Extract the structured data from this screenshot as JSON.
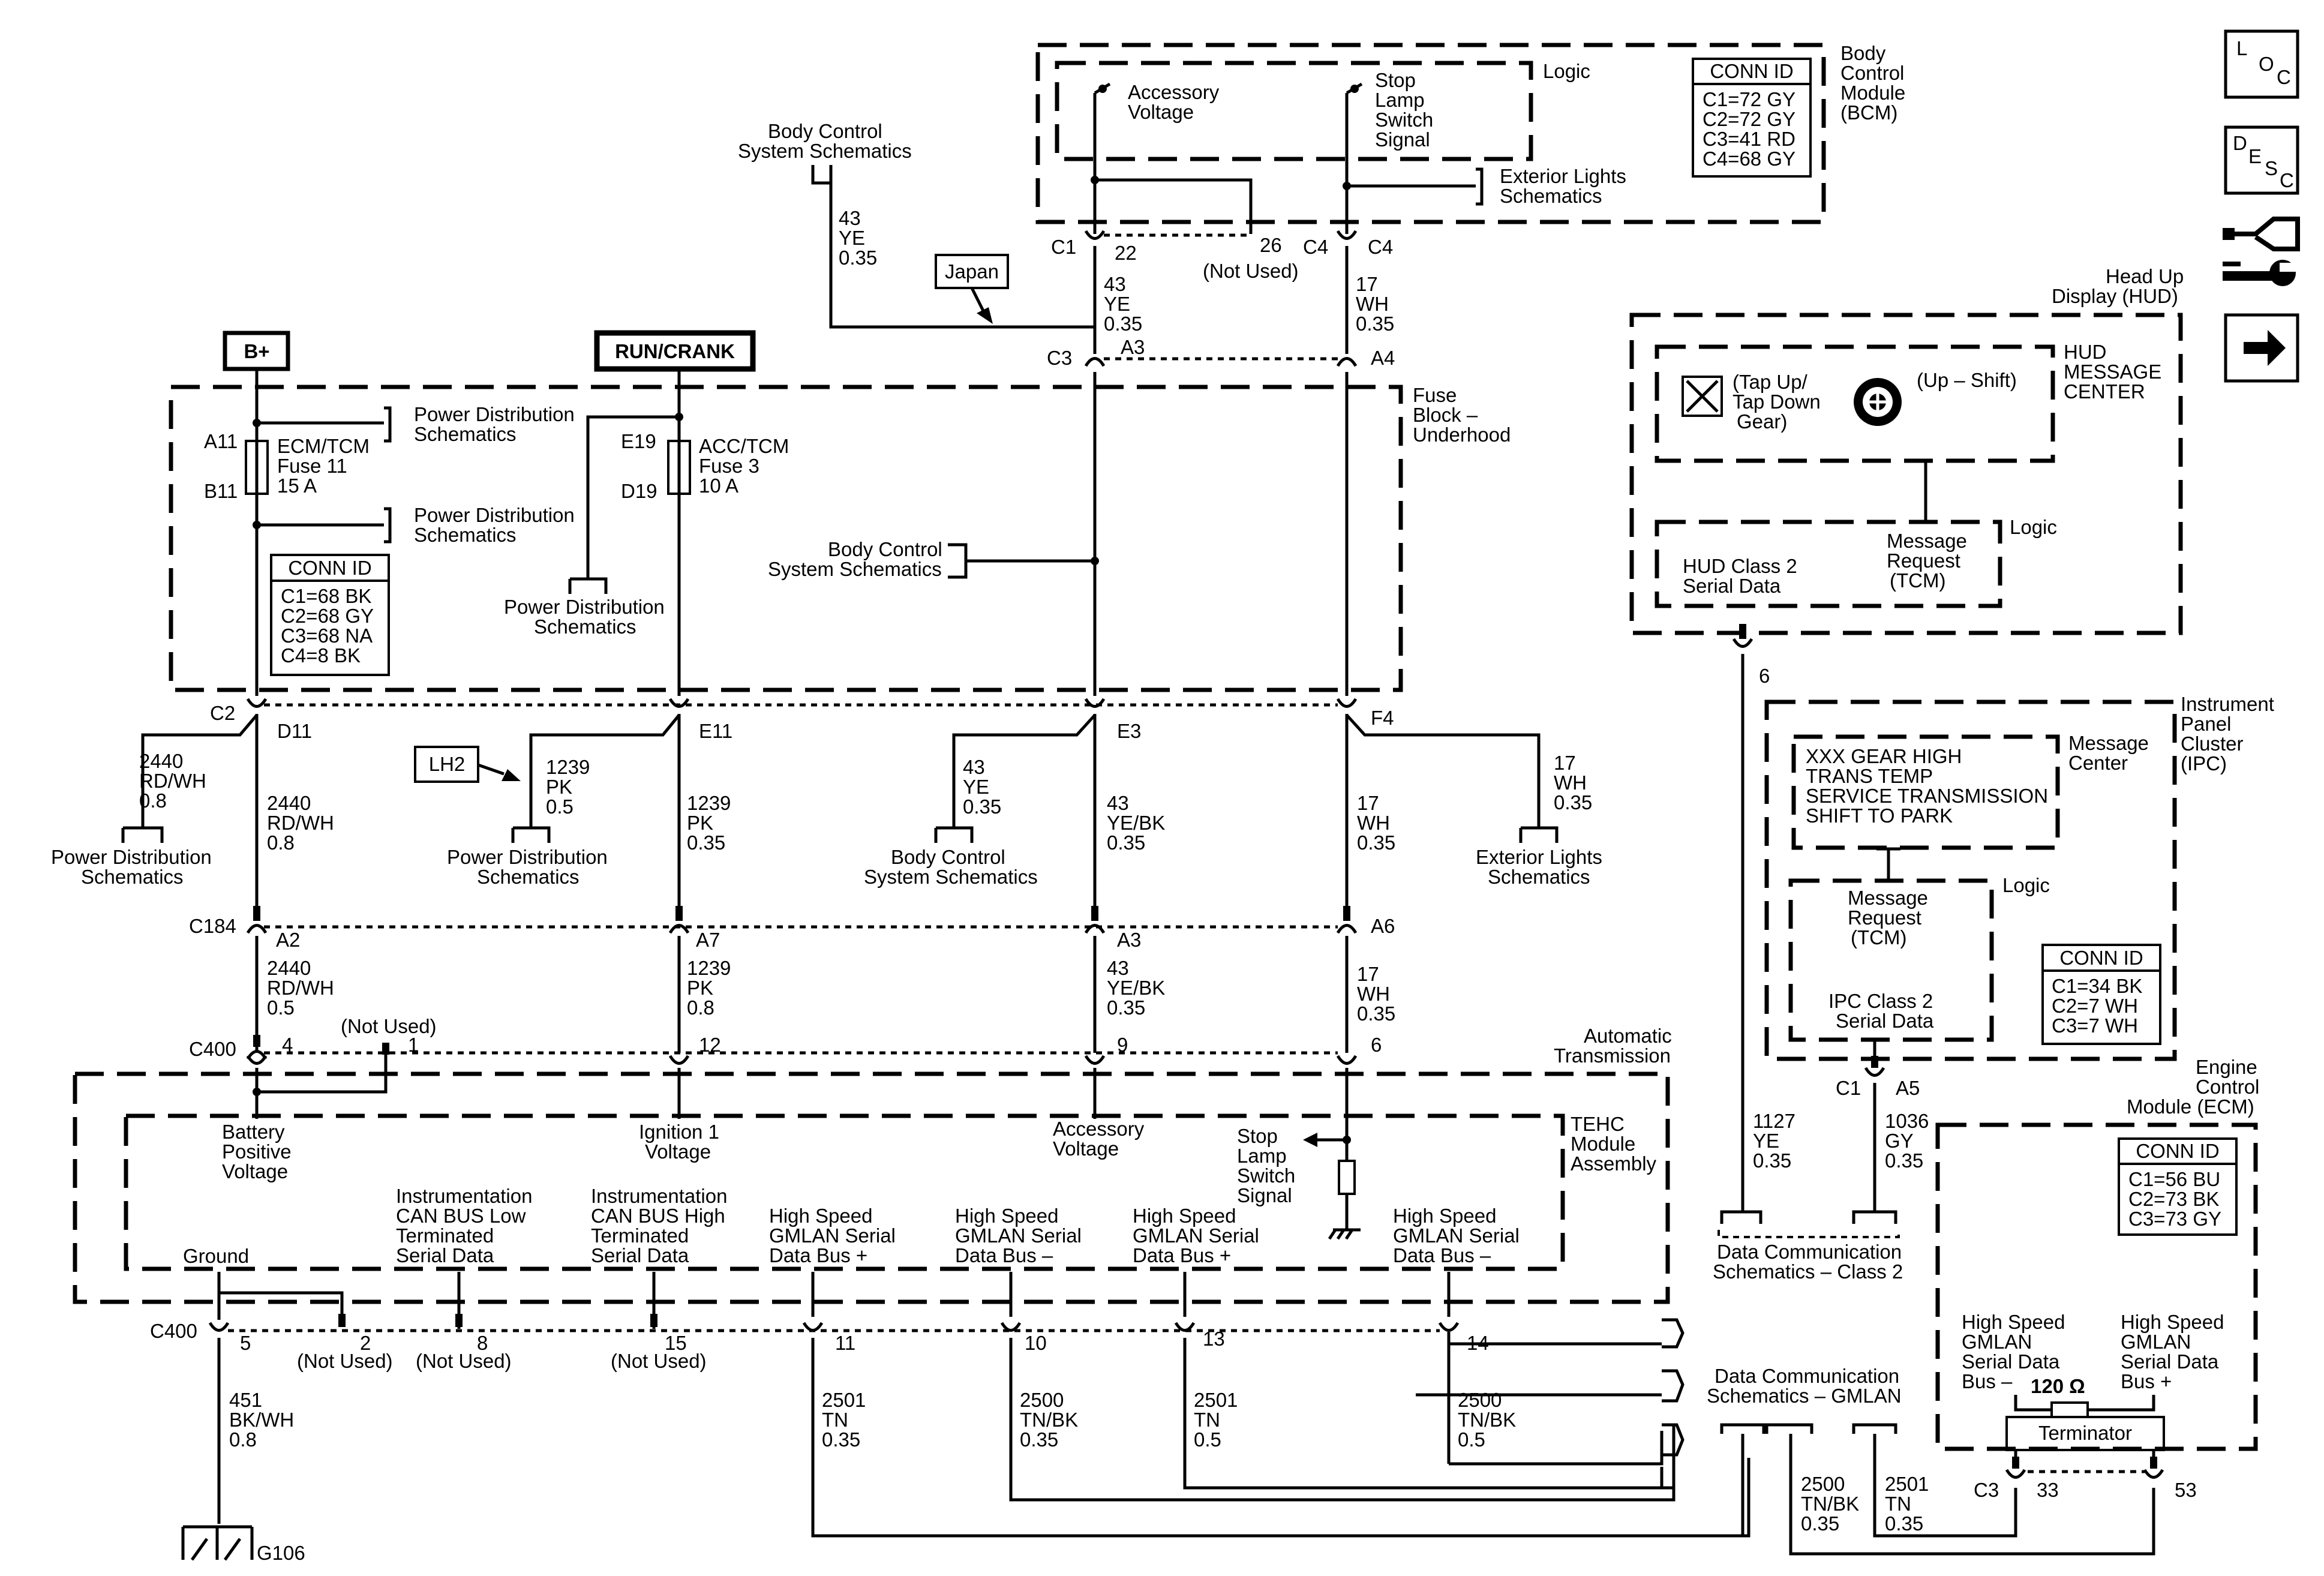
{
  "bcm": {
    "name": [
      "Body",
      "Control",
      "Module",
      "(BCM)"
    ],
    "logic": "Logic",
    "accessory": [
      "Accessory",
      "Voltage"
    ],
    "stop_lamp": [
      "Stop",
      "Lamp",
      "Switch",
      "Signal"
    ],
    "conn_title": "CONN ID",
    "conn": [
      "C1=72 GY",
      "C2=72 GY",
      "C3=41 RD",
      "C4=68 GY"
    ],
    "ext_lights": [
      "Exterior Lights",
      "Schematics"
    ],
    "c1": "C1",
    "c1_pin": "22",
    "c4": "C4",
    "c4b": "C4",
    "pin26": "26",
    "not_used": "(Not Used)"
  },
  "top_wires": {
    "bcs_ref": [
      "Body Control",
      "System Schematics"
    ],
    "w43": [
      "43",
      "YE",
      "0.35"
    ],
    "japan": "Japan",
    "w43b": [
      "43",
      "YE",
      "0.35"
    ],
    "w17": [
      "17",
      "WH",
      "0.35"
    ],
    "c3": "C3",
    "a3": "A3",
    "a4": "A4"
  },
  "fuse_block": {
    "name": [
      "Fuse",
      "Block –",
      "Underhood"
    ],
    "bplus": "B+",
    "runcrank": "RUN/CRANK",
    "a11": "A11",
    "b11": "B11",
    "e19": "E19",
    "d19": "D19",
    "fuse11": [
      "ECM/TCM",
      "Fuse 11",
      "15 A"
    ],
    "fuse3": [
      "ACC/TCM",
      "Fuse 3",
      "10 A"
    ],
    "pds1": [
      "Power Distribution",
      "Schematics"
    ],
    "pds2": [
      "Power Distribution",
      "Schematics"
    ],
    "pds3": [
      "Power Distribution",
      "Schematics"
    ],
    "bcs": [
      "Body Control",
      "System Schematics"
    ],
    "conn_title": "CONN ID",
    "conn": [
      "C1=68 BK",
      "C2=68 GY",
      "C3=68 NA",
      "C4=8 BK"
    ],
    "c2": "C2",
    "d11": "D11",
    "e11": "E11",
    "e3": "E3",
    "f4": "F4"
  },
  "mid_wires": {
    "w2440a": [
      "2440",
      "RD/WH",
      "0.8"
    ],
    "pds_left": [
      "Power Distribution",
      "Schematics"
    ],
    "w2440b": [
      "2440",
      "RD/WH",
      "0.8"
    ],
    "lh2": "LH2",
    "w1239a": [
      "1239",
      "PK",
      "0.5"
    ],
    "pds_mid": [
      "Power Distribution",
      "Schematics"
    ],
    "w1239b": [
      "1239",
      "PK",
      "0.35"
    ],
    "w43a": [
      "43",
      "YE",
      "0.35"
    ],
    "bcs2": [
      "Body Control",
      "System Schematics"
    ],
    "w43yebk": [
      "43",
      "YE/BK",
      "0.35"
    ],
    "w17a": [
      "17",
      "WH",
      "0.35"
    ],
    "w17b": [
      "17",
      "WH",
      "0.35"
    ],
    "ext2": [
      "Exterior Lights",
      "Schematics"
    ],
    "c184": "C184",
    "a2": "A2",
    "a7": "A7",
    "a3": "A3",
    "a6": "A6",
    "w2440c": [
      "2440",
      "RD/WH",
      "0.5"
    ],
    "w1239c": [
      "1239",
      "PK",
      "0.8"
    ],
    "w43c": [
      "43",
      "YE/BK",
      "0.35"
    ],
    "w17c": [
      "17",
      "WH",
      "0.35"
    ]
  },
  "trans": {
    "name": [
      "Automatic",
      "Transmission"
    ],
    "c400": "C400",
    "p4": "4",
    "not_used": "(Not Used)",
    "p1": "1",
    "p12": "12",
    "p9": "9",
    "p6": "6",
    "tehc": [
      "TEHC",
      "Module",
      "Assembly"
    ],
    "batt": [
      "Battery",
      "Positive",
      "Voltage"
    ],
    "ign": [
      "Ignition 1",
      "Voltage"
    ],
    "acc": [
      "Accessory",
      "Voltage"
    ],
    "stop": [
      "Stop",
      "Lamp",
      "Switch",
      "Signal"
    ],
    "ground": "Ground",
    "can_low": [
      "Instrumentation",
      "CAN BUS Low",
      "Terminated",
      "Serial Data"
    ],
    "can_high": [
      "Instrumentation",
      "CAN BUS High",
      "Terminated",
      "Serial Data"
    ],
    "gm1": [
      "High Speed",
      "GMLAN Serial",
      "Data Bus +"
    ],
    "gm2": [
      "High Speed",
      "GMLAN Serial",
      "Data Bus –"
    ],
    "gm3": [
      "High Speed",
      "GMLAN Serial",
      "Data Bus +"
    ],
    "gm4": [
      "High Speed",
      "GMLAN Serial",
      "Data Bus –"
    ],
    "c400b": "C400",
    "p5": "5",
    "p2": "2",
    "p8": "8",
    "p15": "15",
    "p11": "11",
    "p10": "10",
    "p13": "13",
    "p14": "14",
    "nu2": "(Not Used)",
    "nu8": "(Not Used)",
    "nu15": "(Not Used)"
  },
  "bottom_wires": {
    "w451": [
      "451",
      "BK/WH",
      "0.8"
    ],
    "g106": "G106",
    "w2501a": [
      "2501",
      "TN",
      "0.35"
    ],
    "w2500a": [
      "2500",
      "TN/BK",
      "0.35"
    ],
    "w2501b": [
      "2501",
      "TN",
      "0.5"
    ],
    "w2500b": [
      "2500",
      "TN/BK",
      "0.5"
    ],
    "dcs_gmlan": [
      "Data Communication",
      "Schematics – GMLAN"
    ],
    "w2500c": [
      "2500",
      "TN/BK",
      "0.35"
    ],
    "w2501c": [
      "2501",
      "TN",
      "0.35"
    ]
  },
  "hud": {
    "name": [
      "Head Up",
      "Display (HUD)"
    ],
    "msg_center": [
      "HUD",
      "MESSAGE",
      "CENTER"
    ],
    "tap": [
      "(Tap Up/",
      "Tap Down",
      "Gear)"
    ],
    "upshift": "(Up – Shift)",
    "logic": "Logic",
    "class2": [
      "HUD Class 2",
      "Serial Data"
    ],
    "msgreq": [
      "Message",
      "Request",
      "(TCM)"
    ],
    "pin6": "6"
  },
  "ipc": {
    "name": [
      "Instrument",
      "Panel",
      "Cluster",
      "(IPC)"
    ],
    "msg_center": [
      "Message",
      "Center"
    ],
    "messages": [
      "XXX GEAR HIGH",
      "TRANS TEMP",
      "SERVICE TRANSMISSION",
      "SHIFT TO PARK"
    ],
    "logic": "Logic",
    "msgreq": [
      "Message",
      "Request",
      "(TCM)"
    ],
    "class2": [
      "IPC Class 2",
      "Serial Data"
    ],
    "conn_title": "CONN ID",
    "conn": [
      "C1=34 BK",
      "C2=7 WH",
      "C3=7 WH"
    ],
    "c1": "C1",
    "a5": "A5",
    "w1127": [
      "1127",
      "YE",
      "0.35"
    ],
    "w1036": [
      "1036",
      "GY",
      "0.35"
    ],
    "dcs_class2": [
      "Data Communication",
      "Schematics – Class 2"
    ]
  },
  "ecm": {
    "name": [
      "Engine",
      "Control",
      "Module (ECM)"
    ],
    "conn_title": "CONN ID",
    "conn": [
      "C1=56 BU",
      "C2=73 BK",
      "C3=73 GY"
    ],
    "hs_minus": [
      "High Speed",
      "GMLAN",
      "Serial Data",
      "Bus –"
    ],
    "hs_plus": [
      "High Speed",
      "GMLAN",
      "Serial Data",
      "Bus +"
    ],
    "ohm": "120 Ω",
    "terminator": "Terminator",
    "c3": "C3",
    "p33": "33",
    "p53": "53"
  },
  "side_icons": {
    "loc": [
      "L",
      "O",
      "C"
    ],
    "desc": [
      "D",
      "E",
      "S",
      "C"
    ],
    "icons": [
      "harness-connector-icon",
      "wrench-icon",
      "right-arrow-icon"
    ]
  }
}
